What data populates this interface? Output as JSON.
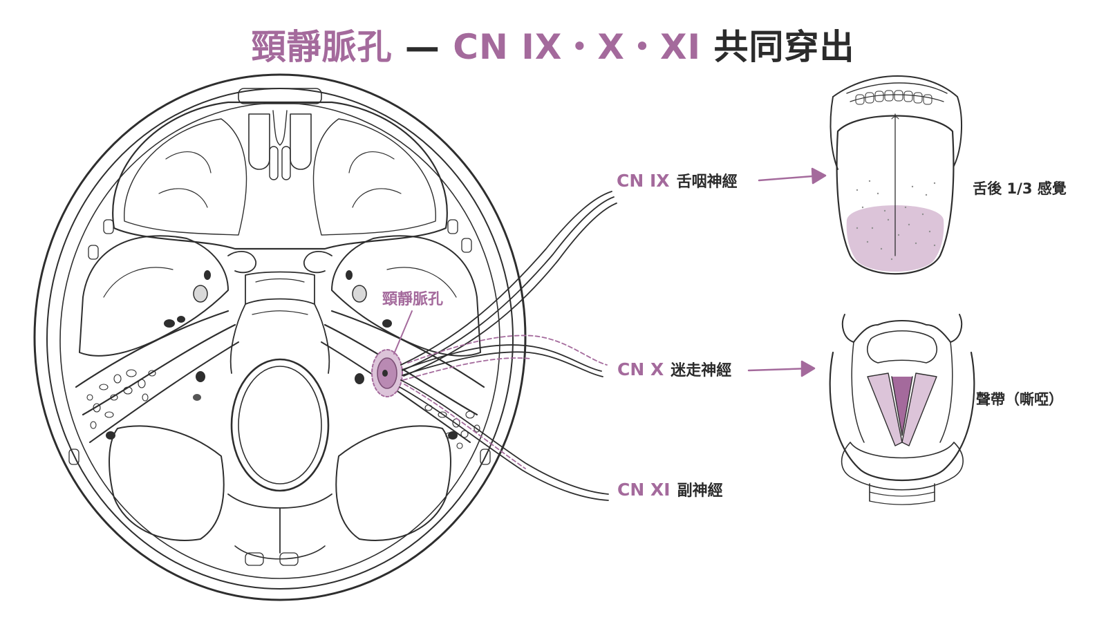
{
  "title": {
    "part1": "頸靜脈孔",
    "dash": " — ",
    "part2": "CN IX・X・XI",
    "part3": " 共同穿出"
  },
  "foramen_label": "頸靜脈孔",
  "nerves": [
    {
      "code": "CN IX",
      "name": "舌咽神經",
      "target": "舌後 1/3 感覺"
    },
    {
      "code": "CN X",
      "name": "迷走神經",
      "target": "聲帶（嘶啞）"
    },
    {
      "code": "CN XI",
      "name": "副神經"
    }
  ],
  "colors": {
    "accent": "#a46a9c",
    "accent_fill": "#c9a3c5",
    "highlight": "#dcc4d9",
    "line": "#2e2e2e"
  }
}
